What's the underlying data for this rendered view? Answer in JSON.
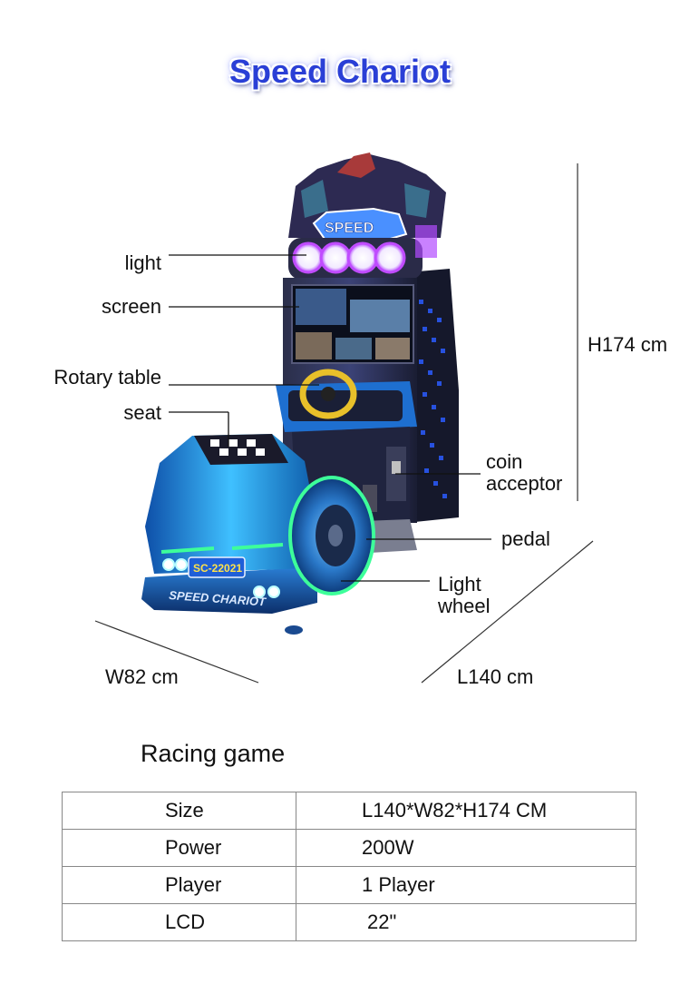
{
  "title": "Speed Chariot",
  "callouts": {
    "light": "light",
    "screen": "screen",
    "rotary": "Rotary table",
    "seat": "seat",
    "coin_line1": "coin",
    "coin_line2": "acceptor",
    "pedal": "pedal",
    "wheel_line1": "Light",
    "wheel_line2": "wheel"
  },
  "dimensions": {
    "height": "H174 cm",
    "width": "W82 cm",
    "length": "L140 cm"
  },
  "machine": {
    "marquee_text": "SPEED",
    "seat_brand": "SPEED CHARIOT",
    "plate": "SC-22021"
  },
  "subtitle": "Racing game",
  "specs": [
    {
      "key": "Size",
      "value": "L140*W82*H174 CM"
    },
    {
      "key": "Power",
      "value": "200W"
    },
    {
      "key": "Player",
      "value": "1 Player"
    },
    {
      "key": "LCD",
      "value": "22\""
    }
  ],
  "colors": {
    "title": "#2a3fd6",
    "cabinet_blue": "#1e6fd0",
    "seat_blue": "#2aa8e8",
    "neon_green": "#3dff9a"
  }
}
